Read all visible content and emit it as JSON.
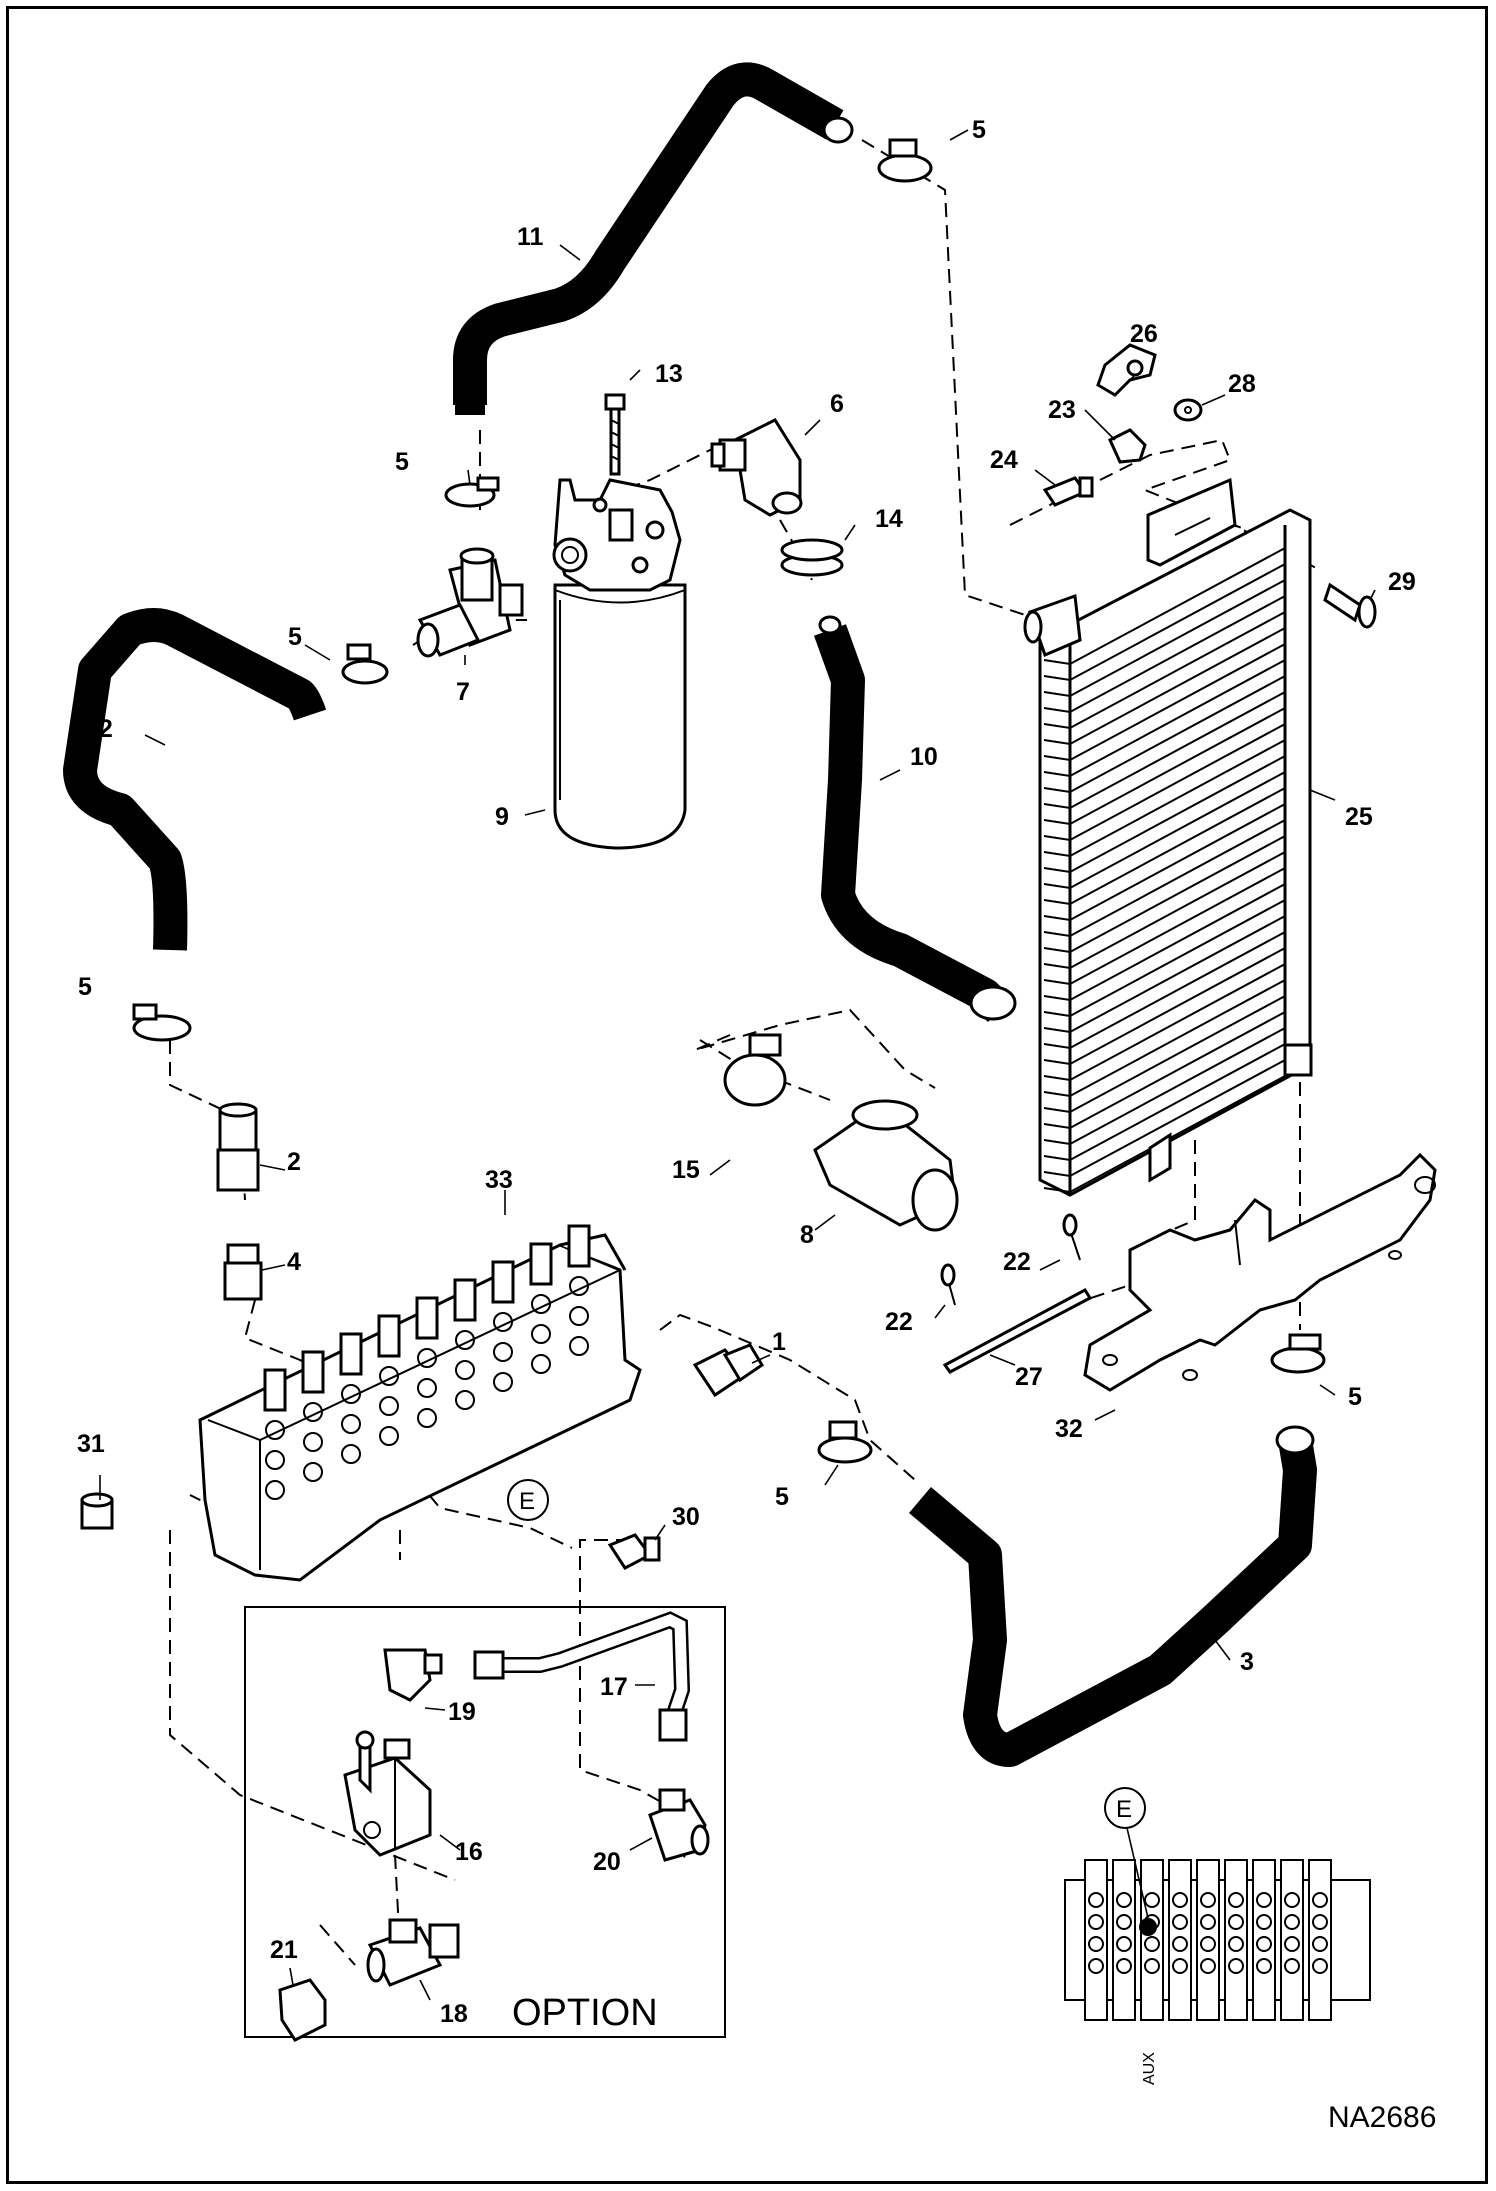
{
  "diagram": {
    "drawing_code": "NA2686",
    "option_label": "OPTION",
    "detail_marker": "E",
    "aux_label": "AUX"
  },
  "callouts": {
    "c1": "1",
    "c2": "2",
    "c3": "3",
    "c4": "4",
    "c5a": "5",
    "c5b": "5",
    "c5c": "5",
    "c5d": "5",
    "c5e": "5",
    "c5f": "5",
    "c6": "6",
    "c7": "7",
    "c8": "8",
    "c9": "9",
    "c10": "10",
    "c11": "11",
    "c12": "12",
    "c13": "13",
    "c14": "14",
    "c15": "15",
    "c16": "16",
    "c17": "17",
    "c18": "18",
    "c19": "19",
    "c20": "20",
    "c21": "21",
    "c22a": "22",
    "c22b": "22",
    "c23": "23",
    "c24": "24",
    "c25": "25",
    "c26": "26",
    "c27": "27",
    "c28": "28",
    "c29": "29",
    "c30": "30",
    "c31": "31",
    "c32": "32",
    "c33": "33"
  }
}
